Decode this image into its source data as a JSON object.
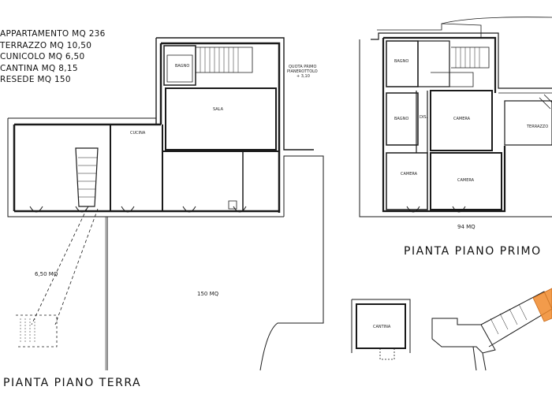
{
  "legend": [
    "APPARTAMENTO MQ 236",
    "TERRAZZO MQ 10,50",
    "CUNICOLO MQ 6,50",
    "CANTINA MQ 8,15",
    "RESEDE MQ 150"
  ],
  "titles": {
    "ground": "PIANTA PIANO TERRA",
    "first": "PIANTA PIANO PRIMO"
  },
  "areas": {
    "cunicolo": "6,50 MQ",
    "resede": "150 MQ",
    "first_floor": "94 MQ"
  },
  "rooms": {
    "bagno": "BAGNO",
    "sala": "SALA",
    "cucina": "CUCINA",
    "camera": "CAMERA",
    "terrazzo": "TERRAZZO",
    "cantina": "CANTINA",
    "ds": "DIS.",
    "quota_line1": "QUOTA PRIMO",
    "quota_line2": "PIANEROTTOLO",
    "quota_line3": "+ 3,10"
  },
  "colors": {
    "line": "#1a1a1a",
    "highlight": "#f08a2c"
  }
}
